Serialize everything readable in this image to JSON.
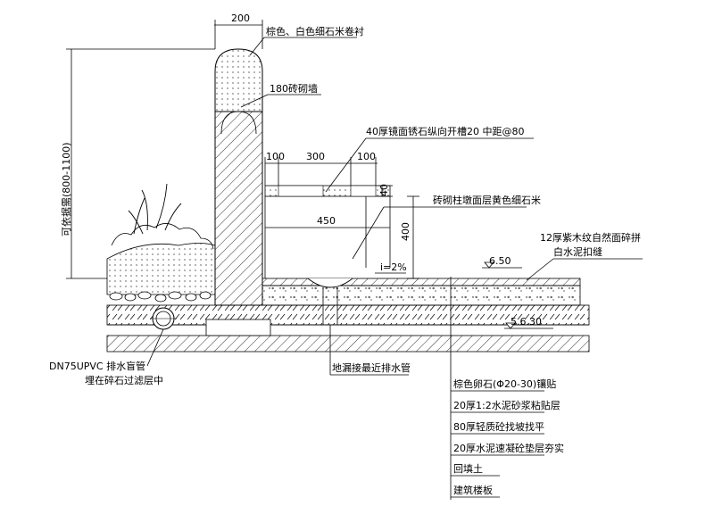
{
  "dimensions": {
    "coping_width": "200",
    "trench_left": "100",
    "trench_mid": "300",
    "trench_right": "100",
    "trench_width": "450",
    "trench_depth": "400",
    "cover_thickness": "40",
    "wall_height": "可依据需(800-1100)"
  },
  "elevations": {
    "finish_level": "6.50",
    "base_level": "5.6.30",
    "slope": "i=2%"
  },
  "labels": {
    "coping": "棕色、白色细石米卷衬",
    "wall": "180砖砌墙",
    "grate": "40厚镜面锈石纵向开槽20 中距@80",
    "trench_finish": "砖砌柱墩面层黄色细石米",
    "paving": "12厚紫木纹自然面碎拼",
    "paving_bed": "白水泥扣缝",
    "pipe_line1": "DN75UPVC 排水盲管",
    "pipe_line2": "埋在碎石过滤层中",
    "drain_pipe": "地漏接最近排水管"
  },
  "layers": [
    "棕色卵石(Φ20-30)镶贴",
    "20厚1:2水泥砂浆粘贴层",
    "80厚轻质砼找坡找平",
    "20厚水泥速凝砼垫层夯实",
    "回填土",
    "建筑楼板"
  ],
  "colors": {
    "ink": "#000000",
    "background": "#ffffff"
  }
}
